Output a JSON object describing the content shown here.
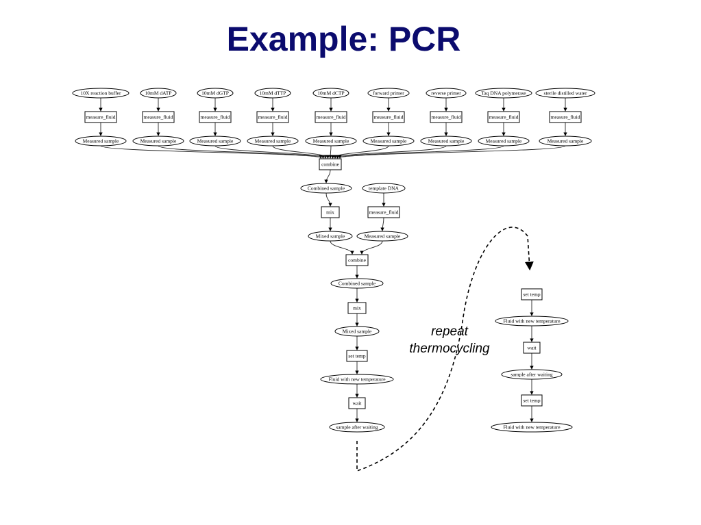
{
  "title": "Example:  PCR",
  "annotation": {
    "line1": "repeat",
    "line2": "thermocycling"
  },
  "labels": {
    "n0": "10X reaction buffer",
    "n1": "10mM dATP",
    "n2": "10mM dGTP",
    "n3": "10mM dTTP",
    "n4": "10mM dCTP",
    "n5": "forward primer",
    "n6": "reverse primer",
    "n7": "Taq DNA polymerase",
    "n8": "sterile distilled water",
    "measure_fluid": "measure_fluid",
    "measured_sample": "Measured sample",
    "combine": "combine",
    "combined_sample": "Combined sample",
    "template_dna": "template DNA",
    "mix": "mix",
    "mixed_sample": "Mixed sample",
    "set_temp": "set temp",
    "fluid_new_temp": "Fluid with new temperature",
    "wait": "wait",
    "sample_after_waiting": "sample after waiting"
  }
}
